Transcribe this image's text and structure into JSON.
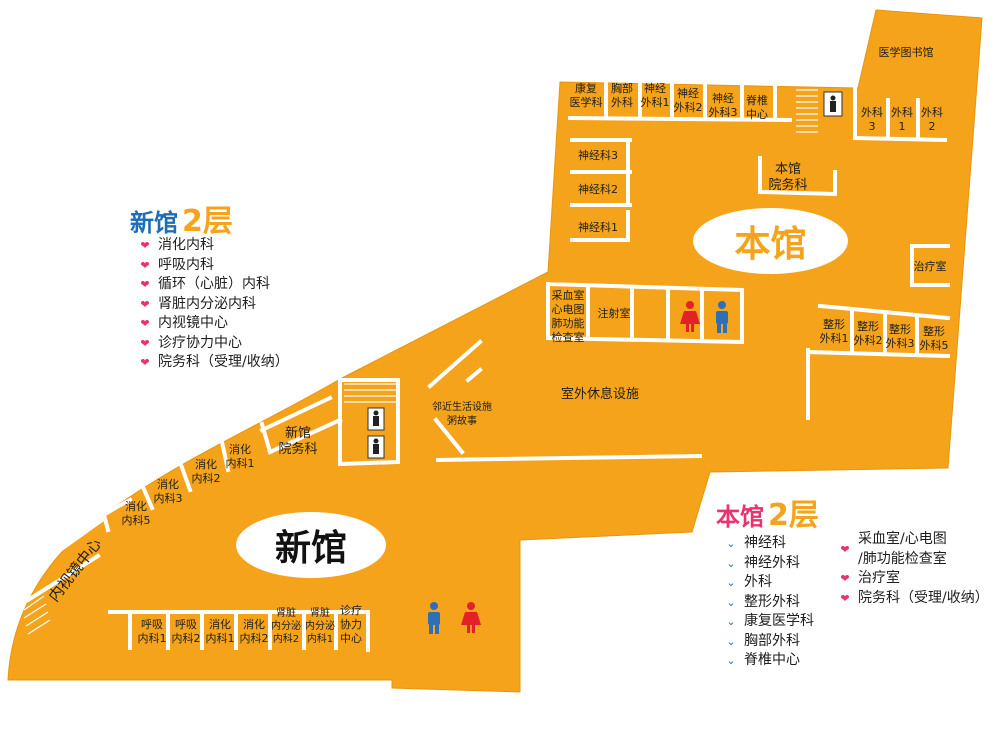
{
  "colors": {
    "floor": "#f5a31a",
    "wall": "#ffffff",
    "pink": "#e8336d",
    "blue": "#1f6eb5",
    "male": "#2f6fb8",
    "female": "#e22226"
  },
  "new_building": {
    "title": "新馆",
    "floor": "2层",
    "items": [
      "消化内科",
      "呼吸内科",
      "循环（心脏）内科",
      "肾脏内分泌内科",
      "内视镜中心",
      "诊疗协力中心",
      "院务科（受理/收纳）"
    ]
  },
  "main_building": {
    "title": "本馆",
    "floor": "2层",
    "col1": [
      "神经科",
      "神经外科",
      "外科",
      "整形外科",
      "康复医学科",
      "胸部外科",
      "脊椎中心"
    ],
    "col2": [
      "采血室/心电图\n/肺功能检查室",
      "治疗室",
      "院务科（受理/收纳）"
    ]
  },
  "map": {
    "hall_main": "本馆",
    "hall_new": "新馆",
    "rooms": {
      "library": "医学图书馆",
      "rehab": "康复\n医学科",
      "chest": "胸部\n外科",
      "neuro_s1": "神经\n外科1",
      "neuro_s2": "神经\n外科2",
      "neuro_s3": "神经\n外科3",
      "spine": "脊椎\n中心",
      "surg3": "外科\n3",
      "surg1": "外科\n1",
      "surg2": "外科\n2",
      "neuro3": "神经科3",
      "neuro2": "神经科2",
      "neuro1": "神经科1",
      "main_office": "本馆\n院务科",
      "treatment": "治疗室",
      "blood": "采血室\n心电图\n肺功能\n检查室",
      "injection": "注射室",
      "ortho1": "整形\n外科1",
      "ortho2": "整形\n外科2",
      "ortho3": "整形\n外科3",
      "ortho5": "整形\n外科5",
      "outdoor": "室外休息设施",
      "neighbor": "邻近生活设施\n粥故事",
      "new_office": "新馆\n院务科",
      "dig1": "消化\n内科1",
      "dig2": "消化\n内科2",
      "dig3": "消化\n内科3",
      "dig5": "消化\n内科5",
      "endoscopy": "内视镜中心",
      "resp1": "呼吸\n内科1",
      "resp2": "呼吸\n内科2",
      "dig1b": "消化\n内科1",
      "dig2b": "消化\n内科2",
      "kidney2": "肾脏\n内分泌\n内科2",
      "kidney1": "肾脏\n内分泌\n内科1",
      "coop": "诊疗\n协力\n中心"
    }
  }
}
